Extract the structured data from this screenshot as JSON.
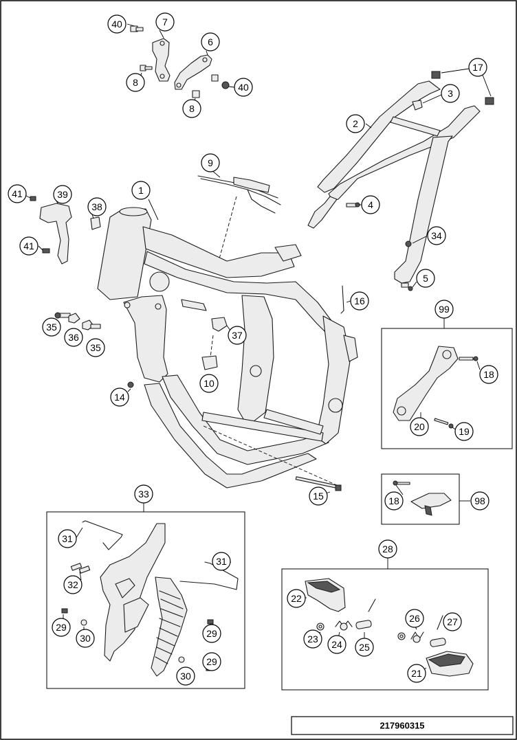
{
  "document": {
    "number": "217960315"
  },
  "callouts": {
    "c1": "1",
    "c2": "2",
    "c3": "3",
    "c4": "4",
    "c5": "5",
    "c6": "6",
    "c7": "7",
    "c8a": "8",
    "c8b": "8",
    "c9": "9",
    "c10": "10",
    "c14": "14",
    "c15": "15",
    "c16": "16",
    "c17": "17",
    "c18a": "18",
    "c18b": "18",
    "c19": "19",
    "c20": "20",
    "c21": "21",
    "c22": "22",
    "c23": "23",
    "c24": "24",
    "c25": "25",
    "c26": "26",
    "c27": "27",
    "c28": "28",
    "c29a": "29",
    "c29b": "29",
    "c29c": "29",
    "c30a": "30",
    "c30b": "30",
    "c31a": "31",
    "c31b": "31",
    "c32": "32",
    "c33": "33",
    "c34": "34",
    "c35a": "35",
    "c35b": "35",
    "c36": "36",
    "c37": "37",
    "c38": "38",
    "c39": "39",
    "c40a": "40",
    "c40b": "40",
    "c41a": "41",
    "c41b": "41",
    "c98": "98",
    "c99": "99"
  }
}
